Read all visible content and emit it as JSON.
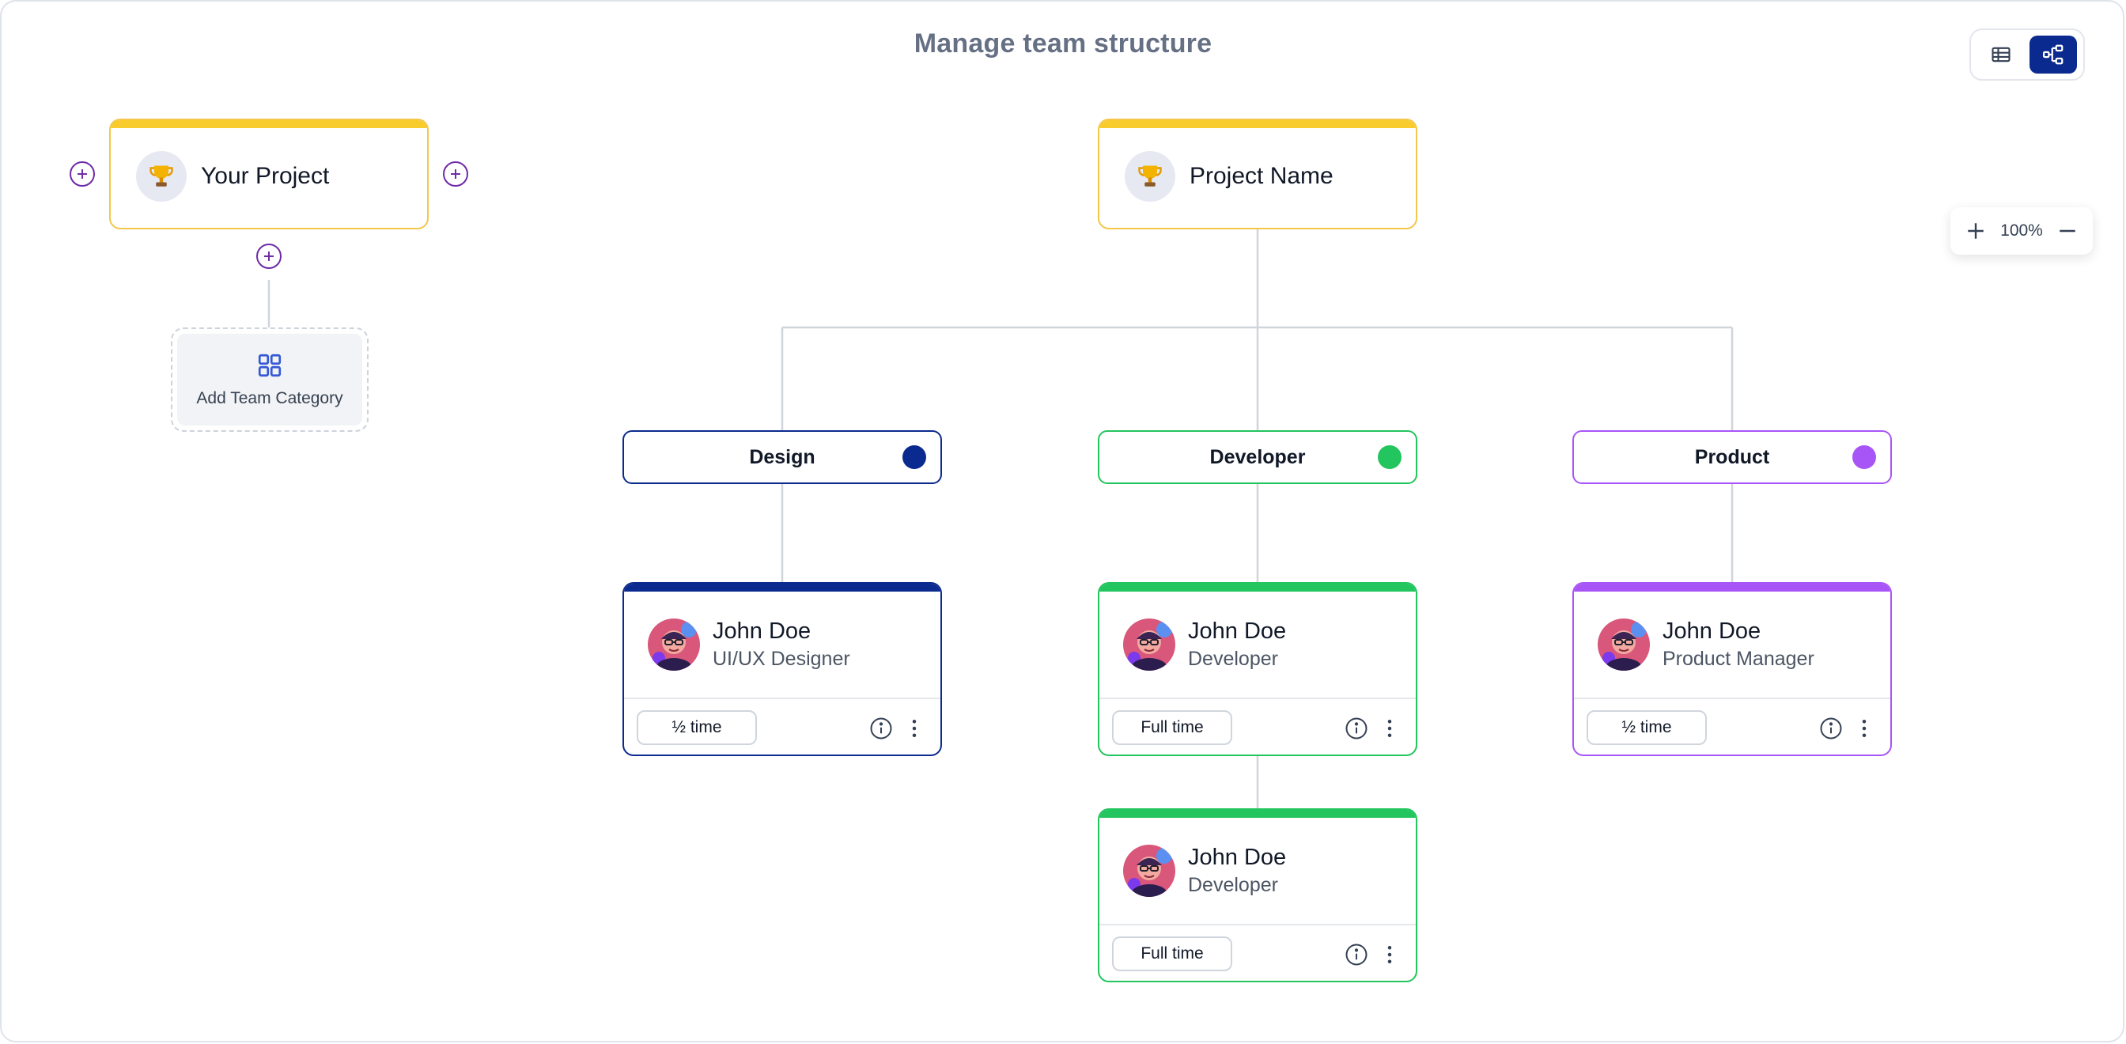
{
  "page": {
    "title": "Manage team structure"
  },
  "view_toggle": {
    "options": [
      "table-view-icon",
      "tree-view-icon"
    ],
    "active": "tree-view-icon"
  },
  "zoom": {
    "level": "100%",
    "zoom_in_icon": "plus-icon",
    "zoom_out_icon": "minus-icon"
  },
  "side_project": {
    "label": "Your Project",
    "icon": "trophy-icon",
    "add_category": {
      "label": "Add Team Category",
      "icon": "grid-icon"
    }
  },
  "main_project": {
    "label": "Project Name",
    "icon": "trophy-icon"
  },
  "categories": [
    {
      "label": "Design",
      "color": "#0b2a8f"
    },
    {
      "label": "Developer",
      "color": "#22c55e"
    },
    {
      "label": "Product",
      "color": "#a855f7"
    }
  ],
  "members": [
    {
      "name": "John Doe",
      "role": "UI/UX Designer",
      "time": "½ time",
      "color": "#0b2a8f"
    },
    {
      "name": "John Doe",
      "role": "Developer",
      "time": "Full time",
      "color": "#22c55e"
    },
    {
      "name": "John Doe",
      "role": "Product Manager",
      "time": "½ time",
      "color": "#a855f7"
    },
    {
      "name": "John Doe",
      "role": "Developer",
      "time": "Full time",
      "color": "#22c55e"
    }
  ],
  "colors": {
    "project_border": "#f4c64a",
    "project_bar": "#f8cc2c",
    "connector": "#d0d4db",
    "plus": "#6d2aa8"
  }
}
